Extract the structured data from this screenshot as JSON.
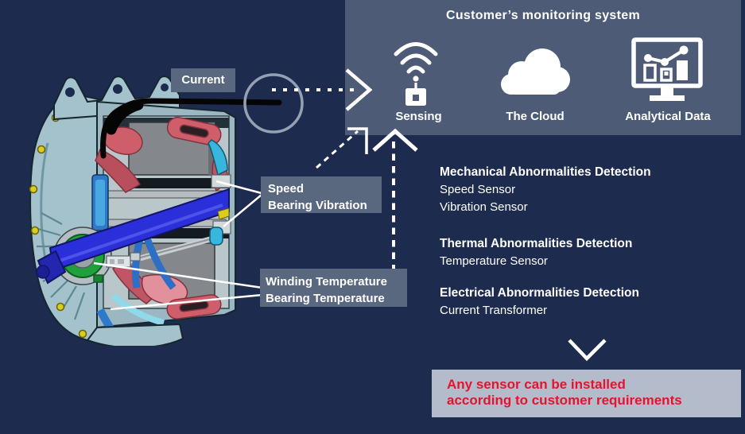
{
  "colors": {
    "background": "#1d2c4e",
    "panel": "#4d5b76",
    "callout_box": "#59677f",
    "note_box": "#b4bbca",
    "note_text": "#e3142f",
    "arrow_white": "#ffffff",
    "highlight_circle": "#95a1b3"
  },
  "panel": {
    "title": "Customer’s monitoring system",
    "items": [
      {
        "icon": "wireless-sensor-icon",
        "label": "Sensing"
      },
      {
        "icon": "cloud-icon",
        "label": "The Cloud"
      },
      {
        "icon": "monitor-chart-icon",
        "label": "Analytical Data"
      }
    ]
  },
  "callouts": {
    "current": "Current",
    "speed_line1": "Speed",
    "speed_line2": "Bearing Vibration",
    "temp_line1": "Winding Temperature",
    "temp_line2": "Bearing Temperature"
  },
  "detections": [
    {
      "title": "Mechanical Abnormalities Detection",
      "items": [
        "Speed Sensor",
        "Vibration Sensor"
      ]
    },
    {
      "title": "Thermal Abnormalities Detection",
      "items": [
        "Temperature Sensor"
      ]
    },
    {
      "title": "Electrical Abnormalities Detection",
      "items": [
        "Current Transformer"
      ]
    }
  ],
  "note": {
    "line1": "Any sensor can be installed",
    "line2": "according to customer requirements"
  }
}
